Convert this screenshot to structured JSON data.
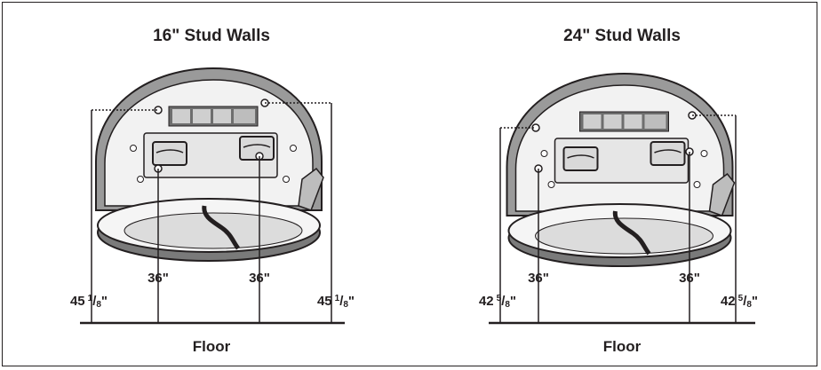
{
  "diagrams": [
    {
      "title": "16\" Stud Walls",
      "outer_height_whole": "45",
      "outer_height_fraction_num": "1",
      "outer_height_fraction_den": "8",
      "outer_height_unit": "\"",
      "inner_height": "36\"",
      "floor_label": "Floor"
    },
    {
      "title": "24\" Stud Walls",
      "outer_height_whole": "42",
      "outer_height_fraction_num": "5",
      "outer_height_fraction_den": "8",
      "outer_height_unit": "\"",
      "inner_height": "36\"",
      "floor_label": "Floor"
    }
  ]
}
